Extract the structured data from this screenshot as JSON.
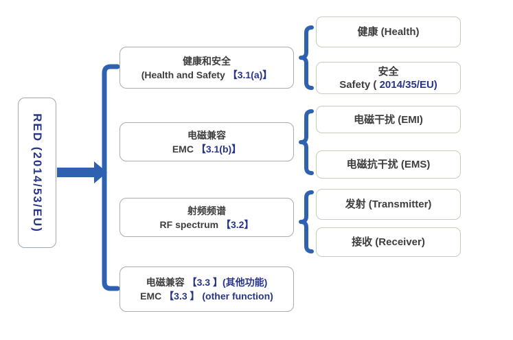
{
  "colors": {
    "connector_blue": "#2E62B0",
    "text_blue": "#27348B",
    "text_dark": "#3D3D3D",
    "root_box_border": "#9FA8B0",
    "middle_box_border": "#ABABAB",
    "right_box_border": "#C5CDBA"
  },
  "root_box": {
    "label": "RED (2014/53/EU)"
  },
  "middle_boxes": [
    {
      "line1_plain": "健康和安全",
      "line1_blue": "",
      "line2_plain": "(Health and Safety ",
      "line2_blue": "【3.1(a)】"
    },
    {
      "line1_plain": "电磁兼容",
      "line1_blue": "",
      "line2_plain": "EMC ",
      "line2_blue": "【3.1(b)】"
    },
    {
      "line1_plain": "射频频谱",
      "line1_blue": "",
      "line2_plain": "RF spectrum ",
      "line2_blue": "【3.2】"
    },
    {
      "line1_plain": "电磁兼容 ",
      "line1_blue": "【3.3 】(其他功能)",
      "line2_plain": "EMC ",
      "line2_blue": "【3.3 】 (other function)"
    }
  ],
  "right_boxes": [
    {
      "line1_plain": "健康 (Health)",
      "line1_blue": "",
      "line2_plain": "",
      "line2_blue": ""
    },
    {
      "line1_plain": "安全",
      "line1_blue": "",
      "line2_plain": "Safety ( ",
      "line2_blue": "2014/35/EU)"
    },
    {
      "line1_plain": "电磁干扰 (EMI)",
      "line1_blue": "",
      "line2_plain": "",
      "line2_blue": ""
    },
    {
      "line1_plain": "电磁抗干扰 (EMS)",
      "line1_blue": "",
      "line2_plain": "",
      "line2_blue": ""
    },
    {
      "line1_plain": "发射 (Transmitter)",
      "line1_blue": "",
      "line2_plain": "",
      "line2_blue": ""
    },
    {
      "line1_plain": "接收 (Receiver)",
      "line1_blue": "",
      "line2_plain": "",
      "line2_blue": ""
    }
  ]
}
